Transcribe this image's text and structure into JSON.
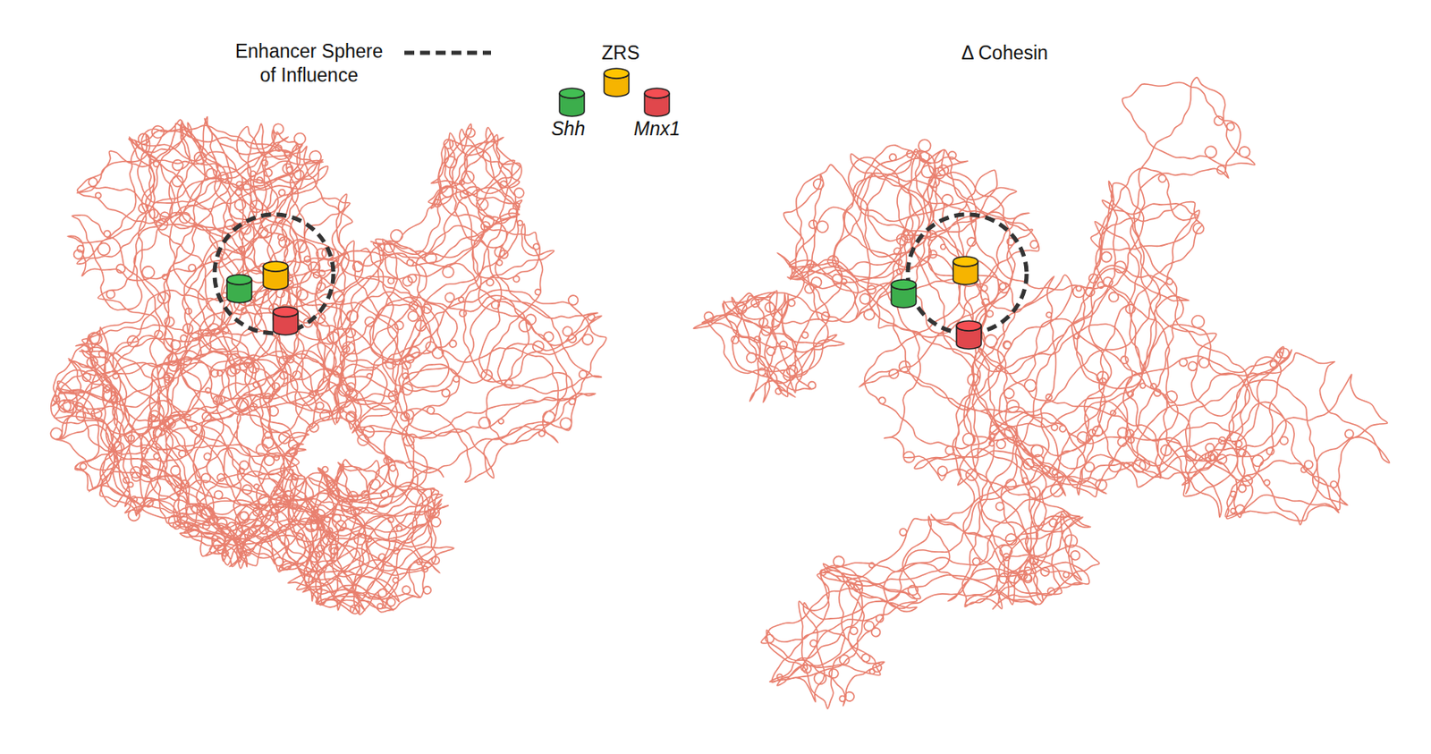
{
  "diagram": {
    "labels": [
      "Δ Cohesin"
    ],
    "legend": [
      {
        "text": "Enhancer Sphere of Influence"
      },
      {
        "text": "ZRS",
        "color": "#f6b400"
      },
      {
        "text": "Shh",
        "color": "#3cae4c"
      },
      {
        "text": "Mnx1",
        "color": "#e0474c"
      }
    ]
  }
}
